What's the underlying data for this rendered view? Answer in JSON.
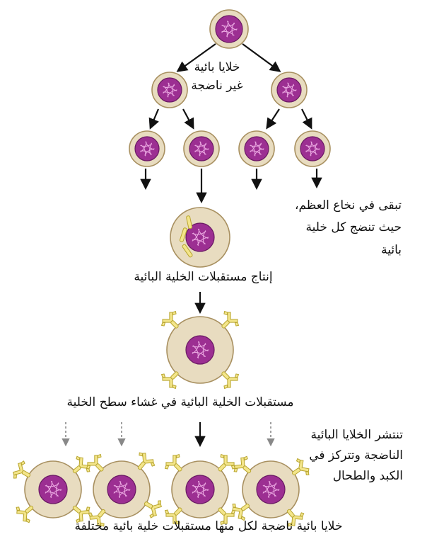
{
  "labels": {
    "immature_b_cells": "خلايا بائية\nغير ناضجة",
    "remain_bone_marrow": "تبقى في نخاع العظم،\nحيث تنضج كل خلية\nبائية",
    "receptor_production": "إنتاج مستقبلات الخلية البائية",
    "receptors_in_membrane": "مستقبلات الخلية البائية في غشاء سطح الخلية",
    "spread_to_liver_spleen": "تنتشر الخلايا البائية\nالناضجة وتتركز في\nالكبد والطحال",
    "mature_b_cells_caption": "خلايا بائية ناضجة لكل منها مستقبلات خلية بائية مختلفة"
  },
  "colors": {
    "cell_body": "#e8dcc0",
    "cell_border": "#a89060",
    "nucleus": "#9c2f92",
    "nucleus_dark": "#6a1a64",
    "chromatin": "#e9a6e0",
    "receptor": "#f3e58a",
    "receptor_border": "#b8a530",
    "arrow": "#111111",
    "arrow_dashed": "#888888"
  }
}
